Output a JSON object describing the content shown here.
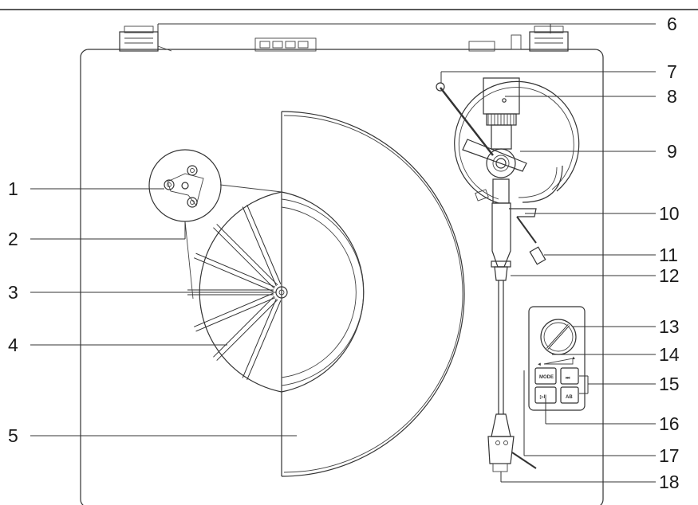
{
  "callouts": {
    "n1": "1",
    "n2": "2",
    "n3": "3",
    "n4": "4",
    "n5": "5",
    "n6": "6",
    "n7": "7",
    "n8": "8",
    "n9": "9",
    "n10": "10",
    "n11": "11",
    "n12": "12",
    "n13": "13",
    "n14": "14",
    "n15": "15",
    "n16": "16",
    "n17": "17",
    "n18": "18"
  },
  "control_panel": {
    "mode_label": "MODE",
    "skip_label": "⏭",
    "play_pause_label": "▷II",
    "ab_label": "AB",
    "volume_min_glyph": "◄",
    "volume_max_glyph": "▲"
  },
  "colors": {
    "line": "#333333",
    "background": "#ffffff"
  }
}
